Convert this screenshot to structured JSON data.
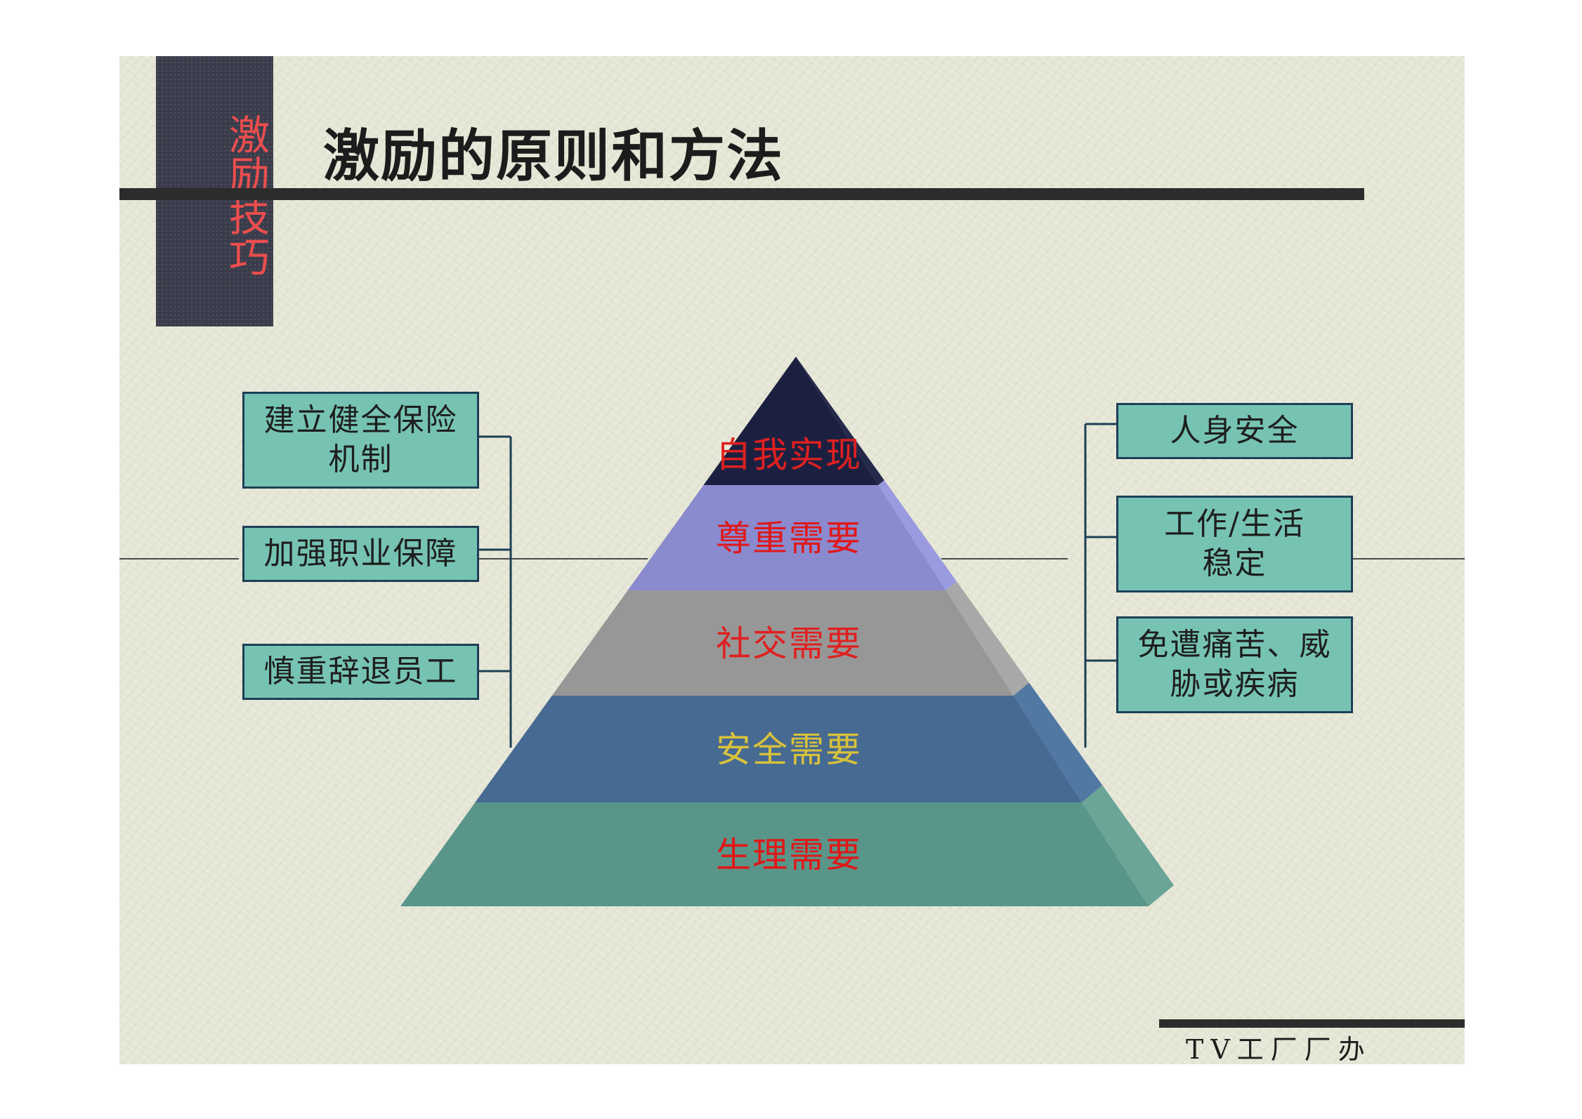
{
  "side_tab": {
    "label": "激励技巧"
  },
  "title": "激励的原则和方法",
  "pyramid": {
    "levels": [
      {
        "label": "自我实现",
        "color": "#1c2040",
        "side_color": "#25294a",
        "text_color": "#e02020"
      },
      {
        "label": "尊重需要",
        "color": "#8a8acf",
        "side_color": "#9a9ae0",
        "text_color": "#e01818"
      },
      {
        "label": "社交需要",
        "color": "#979797",
        "side_color": "#a8a8a8",
        "text_color": "#e02020"
      },
      {
        "label": "安全需要",
        "color": "#466a91",
        "side_color": "#5078a3",
        "text_color": "#d9c23a"
      },
      {
        "label": "生理需要",
        "color": "#5a958a",
        "side_color": "#6aa597",
        "text_color": "#e01818"
      }
    ]
  },
  "left_boxes": [
    {
      "label": "建立健全保险\n机制"
    },
    {
      "label": "加强职业保障"
    },
    {
      "label": "慎重辞退员工"
    }
  ],
  "right_boxes": [
    {
      "label": "人身安全"
    },
    {
      "label": "工作/生活\n稳定"
    },
    {
      "label": "免遭痛苦、威\n胁或疾病"
    }
  ],
  "footer": {
    "text": "TV工厂厂办"
  },
  "colors": {
    "box_fill": "#76c3b3",
    "box_border": "#1d3f56",
    "connector": "#1d3f56",
    "slide_bg": "#e6e6d6",
    "tab_bg": "#3b3c4b",
    "tab_text": "#ec4e4e"
  }
}
